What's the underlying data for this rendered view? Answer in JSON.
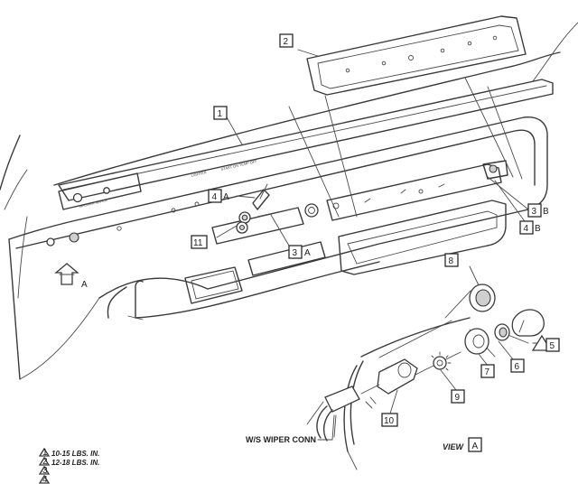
{
  "callouts": {
    "c1": "1",
    "c2": "2",
    "c3a_num": "3",
    "c3a_let": "A",
    "c4a_num": "4",
    "c4a_let": "A",
    "c11": "11",
    "c3b_num": "3",
    "c3b_let": "B",
    "c4b_num": "4",
    "c4b_let": "B",
    "c8": "8",
    "c6": "6",
    "c7": "7",
    "c9": "9",
    "c10": "10",
    "c5": "5",
    "arrow_a": "A"
  },
  "panel_text": {
    "left_plate": "WASHER   WIPER",
    "center_plate_1": "LIGHTER",
    "center_plate_2": "START  ON  TEMP  OFF"
  },
  "captions": {
    "wiper_conn": "W/S WIPER CONN",
    "view_label": "VIEW",
    "view_letter": "A"
  },
  "torque_notes": [
    {
      "symbol": "1",
      "text": "10-15 LBS. IN."
    },
    {
      "symbol": "2",
      "text": "12-18 LBS. IN."
    },
    {
      "symbol": "3",
      "text": ""
    },
    {
      "symbol": "4",
      "text": ""
    }
  ]
}
